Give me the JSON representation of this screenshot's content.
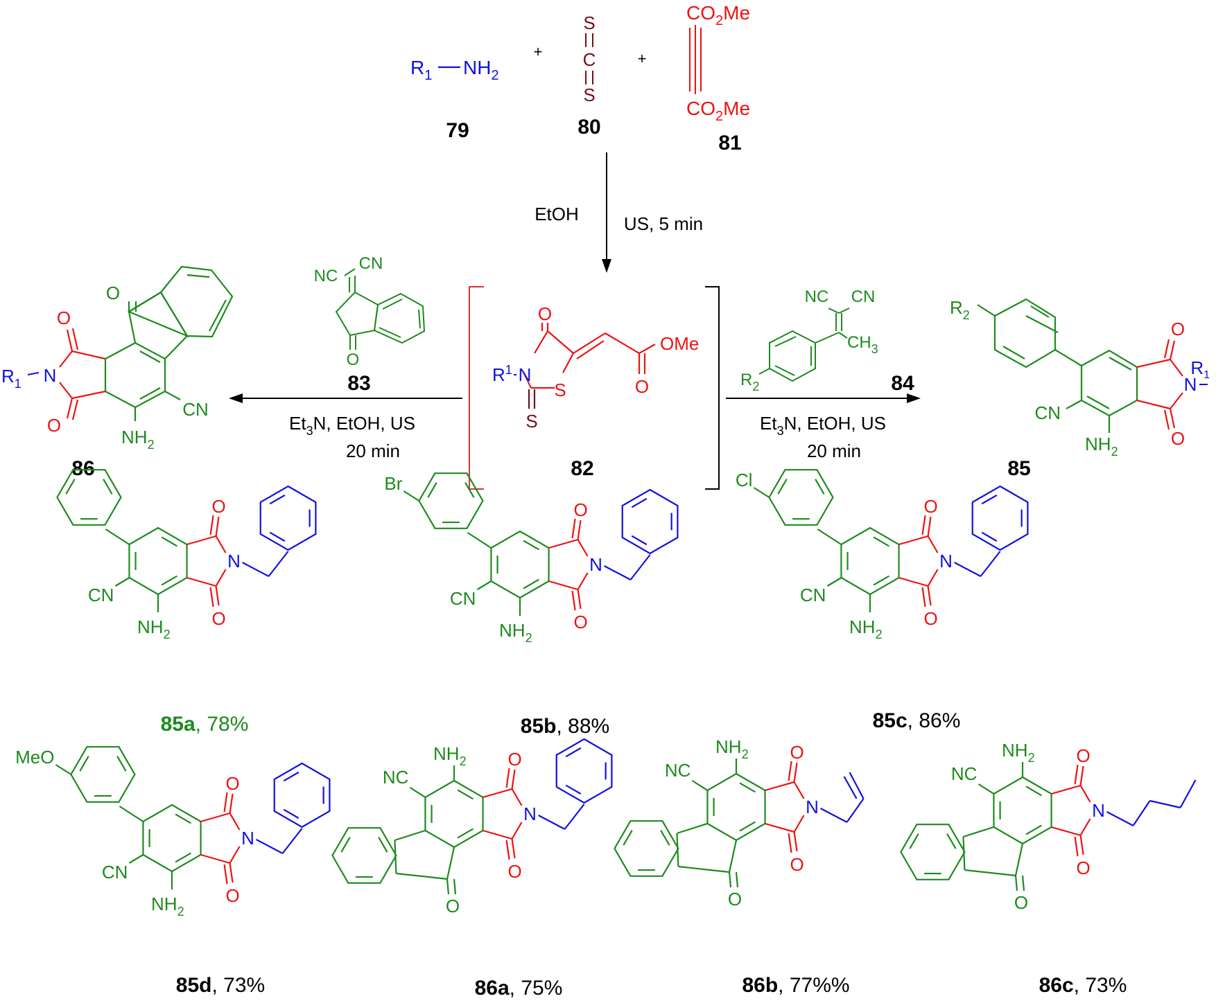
{
  "colors": {
    "blue": "#1010e0",
    "red": "#ee1111",
    "green": "#1d8a1d",
    "maroon": "#7a0a14",
    "black": "#000000",
    "bracket": "#e03030"
  },
  "reagents": {
    "amine": {
      "r_label": "R",
      "r_sub": "1",
      "nh": "NH",
      "nh_sub": "2",
      "number": "79"
    },
    "cs2": {
      "s_top": "S",
      "c": "C",
      "s_bottom": "S",
      "number": "80"
    },
    "dmad": {
      "top_a": "CO",
      "top_sub": "2",
      "top_b": "Me",
      "bottom_a": "CO",
      "bottom_sub": "2",
      "bottom_b": "Me",
      "number": "81"
    },
    "plus": "+"
  },
  "step1": {
    "left": "EtOH",
    "right": "US, 5 min"
  },
  "intermediate": {
    "number": "82",
    "o_ring": "O",
    "r_label": "R",
    "r_sup": "1",
    "n_label": "N",
    "s_ring": "S",
    "s_thione": "S",
    "ester_o": "O",
    "ester_ome": "OMe"
  },
  "left_branch": {
    "reagent_number": "83",
    "reagent_nc": "NC",
    "reagent_cn": "CN",
    "reagent_o": "O",
    "cond_a": "Et",
    "cond_sub": "3",
    "cond_b": "N, EtOH, US",
    "cond_time": "20 min",
    "product_number": "86",
    "p_o_top": "O",
    "p_o_ketone": "O",
    "p_o_bottom": "O",
    "p_r": "R",
    "p_r_sub": "1",
    "p_n": "N",
    "p_cn": "CN",
    "p_nh": "NH",
    "p_nh_sub": "2"
  },
  "right_branch": {
    "reagent_number": "84",
    "reagent_nc": "NC",
    "reagent_cn": "CN",
    "reagent_ch": "CH",
    "reagent_ch_sub": "3",
    "reagent_r": "R",
    "reagent_r_sub": "2",
    "cond_a": "Et",
    "cond_sub": "3",
    "cond_b": "N, EtOH, US",
    "cond_time": "20 min",
    "product_number": "85",
    "p_r2": "R",
    "p_r2_sub": "2",
    "p_o_top": "O",
    "p_o_bottom": "O",
    "p_n": "N",
    "p_r1": "R",
    "p_r1_sub": "1",
    "p_cn": "CN",
    "p_nh": "NH",
    "p_nh_sub": "2"
  },
  "atoms": {
    "O": "O",
    "N": "N",
    "CN": "CN",
    "NC": "NC",
    "NH": "NH",
    "sub2": "2",
    "Br": "Br",
    "Cl": "Cl",
    "MeO": "MeO"
  },
  "products": [
    {
      "id": "85a",
      "yield": ", 78%",
      "sub": null
    },
    {
      "id": "85b",
      "yield": ", 88%",
      "sub": "Br"
    },
    {
      "id": "85c",
      "yield": ", 86%",
      "sub": "Cl"
    },
    {
      "id": "85d",
      "yield": ", 73%",
      "sub": "MeO"
    },
    {
      "id": "86a",
      "yield": ", 75%",
      "r": "benzyl"
    },
    {
      "id": "86b",
      "yield": ", 77%%",
      "r": "allyl"
    },
    {
      "id": "86c",
      "yield": ", 73%",
      "r": "butyl"
    }
  ]
}
